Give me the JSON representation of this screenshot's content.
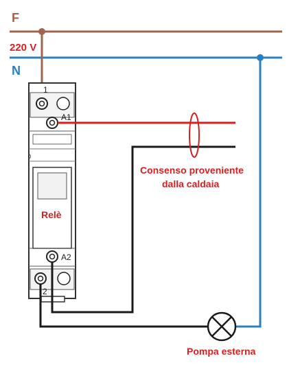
{
  "labels": {
    "phase": "F",
    "voltage": "220 V",
    "neutral": "N",
    "terminal_1": "1",
    "terminal_a1": "A1",
    "terminal_a2": "A2",
    "terminal_2": "2",
    "relay": "Relè",
    "consent_line1": "Consenso proveniente",
    "consent_line2": "dalla caldaia",
    "pump": "Pompa esterna"
  },
  "colors": {
    "phase_wire": "#a0654a",
    "neutral_wire": "#2a7fc1",
    "signal_wire_red": "#d42020",
    "signal_wire_black": "#1a1a1a",
    "label_red": "#d42020",
    "label_blue": "#2a7fc1"
  }
}
